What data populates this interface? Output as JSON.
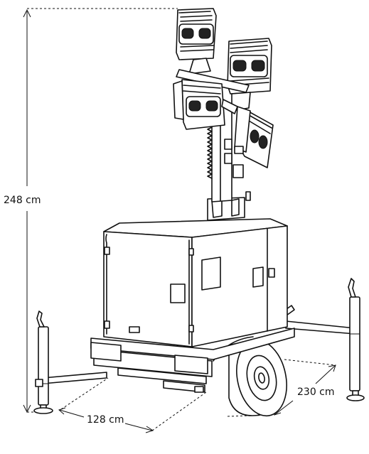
{
  "dimensions": {
    "height_label": "248 cm",
    "width_label": "128 cm",
    "depth_label": "230 cm"
  },
  "colors": {
    "line": "#111111",
    "background": "#ffffff"
  }
}
